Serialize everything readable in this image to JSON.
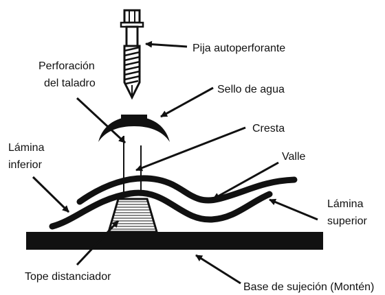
{
  "labels": {
    "screw": "Pija autoperforante",
    "drill_hole_line1": "Perforación",
    "drill_hole_line2": "del taladro",
    "water_seal": "Sello de agua",
    "crest": "Cresta",
    "lower_sheet_line1": "Lámina",
    "lower_sheet_line2": "inferior",
    "valley": "Valle",
    "upper_sheet_line1": "Lámina",
    "upper_sheet_line2": "superior",
    "spacer": "Tope distanciador",
    "base": "Base de sujeción (Montén)"
  },
  "colors": {
    "ink": "#111111",
    "background": "#ffffff"
  }
}
